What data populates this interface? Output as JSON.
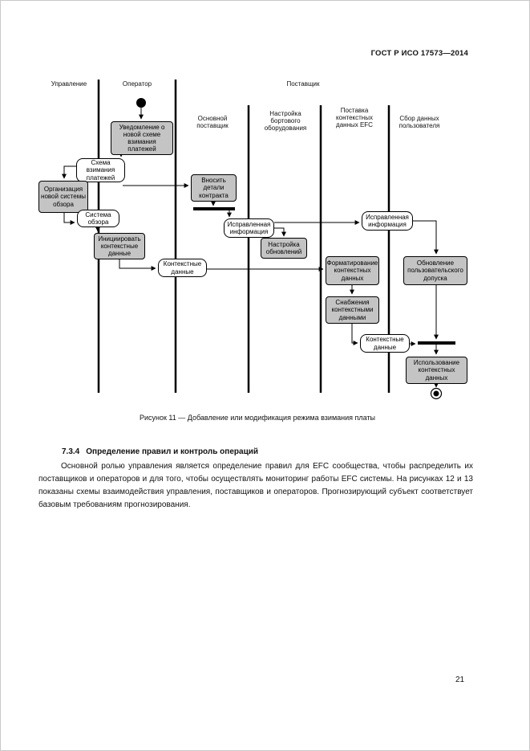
{
  "doc_header": "ГОСТ Р ИСО 17573—2014",
  "diagram": {
    "lanes": [
      {
        "label": "Управление"
      },
      {
        "label": "Оператор"
      },
      {
        "label": "Поставщик"
      },
      {
        "label": "Основной поставщик"
      },
      {
        "label": "Настройка бортового оборудования"
      },
      {
        "label": "Поставка контекстных данных EFC"
      },
      {
        "label": "Сбор данных пользователя"
      }
    ],
    "nodes": [
      {
        "label": "Уведомление о новой схеме взимания платежей",
        "type": "activity"
      },
      {
        "label": "Схема взимания платежей",
        "type": "object"
      },
      {
        "label": "Организация новой системы обзора",
        "type": "activity"
      },
      {
        "label": "Система обзора",
        "type": "object"
      },
      {
        "label": "Инициировать контекстные данные",
        "type": "activity"
      },
      {
        "label": "Контекстные данные",
        "type": "object"
      },
      {
        "label": "Вносить детали контракта",
        "type": "activity"
      },
      {
        "label": "Исправленная информация",
        "type": "object"
      },
      {
        "label": "Настройка обновлений",
        "type": "activity"
      },
      {
        "label": "Исправленная информация",
        "type": "object"
      },
      {
        "label": "Форматирование контекстных данных",
        "type": "activity"
      },
      {
        "label": "Снабжения контекстными данными",
        "type": "activity"
      },
      {
        "label": "Контекстные данные",
        "type": "object"
      },
      {
        "label": "Обновление пользовательского допуска",
        "type": "activity"
      },
      {
        "label": "Использование контекстных данных",
        "type": "activity"
      }
    ]
  },
  "figure_caption": "Рисунок 11 — Добавление или модификация режима взимания платы",
  "section": {
    "heading_number": "7.3.4",
    "heading_text": "Определение правил и контроль операций",
    "body": "Основной ролью управления является определение правил для EFC сообщества, чтобы распределить их поставщиков и операторов и для того, чтобы осуществлять мониторинг работы EFC системы. На рисунках 12 и 13 показаны схемы взаимодействия управления, поставщиков и операторов. Прогнозирующий субъект соответствует базовым требованиям прогнозирования."
  },
  "page_number": "21"
}
